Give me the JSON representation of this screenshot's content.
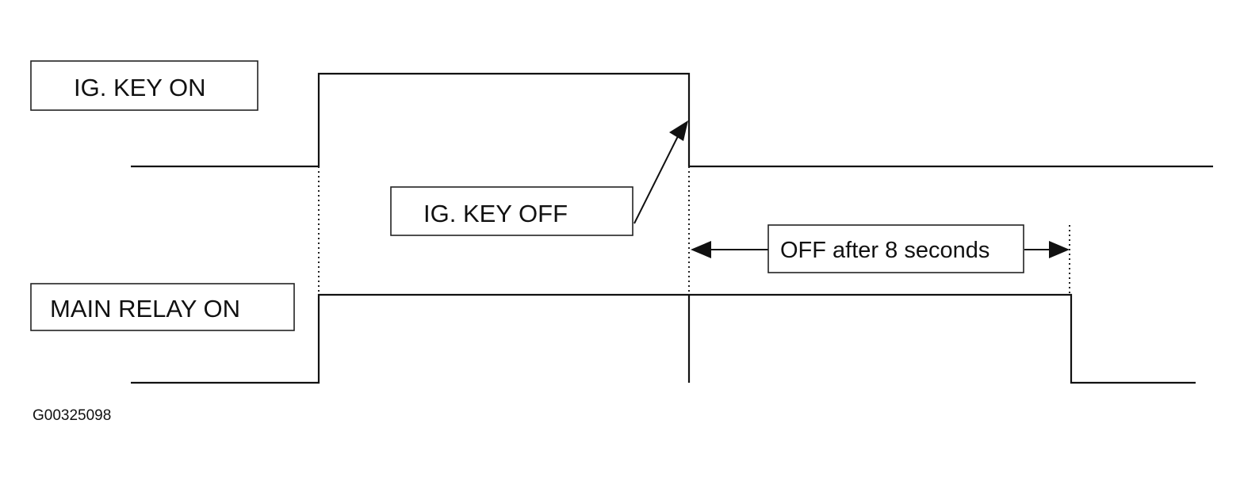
{
  "diagram": {
    "ig_key_on_label": "IG. KEY ON",
    "ig_key_off_label": "IG. KEY OFF",
    "delay_label": "OFF after 8 seconds",
    "main_relay_on_label": "MAIN RELAY ON",
    "figure_id": "G00325098"
  },
  "colors": {
    "line": "#111111",
    "background": "#ffffff"
  }
}
